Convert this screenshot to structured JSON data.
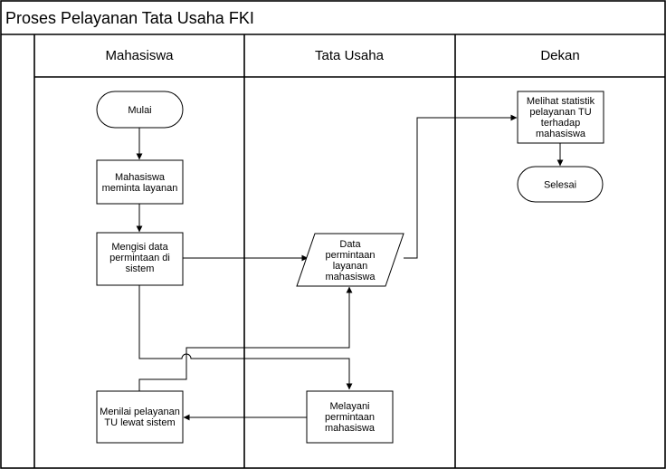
{
  "title": "Proses Pelayanan Tata Usaha FKI",
  "lanes": [
    "Mahasiswa",
    "Tata Usaha",
    "Dekan"
  ],
  "nodes": {
    "mulai": [
      "Mulai"
    ],
    "meminta": [
      "Mahasiswa",
      "meminta layanan"
    ],
    "mengisi": [
      "Mengisi data",
      "permintaan di",
      "sistem"
    ],
    "data": [
      "Data",
      "permintaan",
      "layanan",
      "mahasiswa"
    ],
    "melihat": [
      "Melihat statistik",
      "pelayanan TU",
      "terhadap",
      "mahasiswa"
    ],
    "selesai": [
      "Selesai"
    ],
    "menilai": [
      "Menilai pelayanan",
      "TU lewat sistem"
    ],
    "melayani": [
      "Melayani",
      "permintaan",
      "mahasiswa"
    ]
  }
}
